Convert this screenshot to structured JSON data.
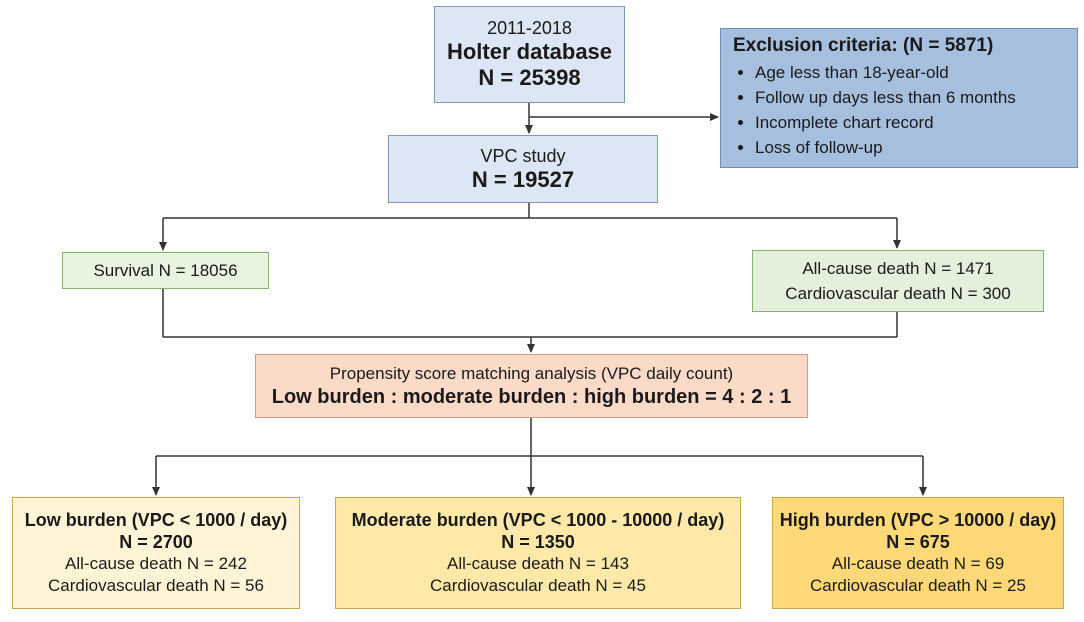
{
  "nodes": {
    "holter": {
      "years": "2011-2018",
      "title": "Holter database",
      "count": "N = 25398"
    },
    "exclusion": {
      "title": "Exclusion criteria: (N = 5871)",
      "items": [
        "Age less than 18-year-old",
        "Follow up days less than 6 months",
        "Incomplete chart record",
        "Loss of follow-up"
      ]
    },
    "vpc_study": {
      "title": "VPC study",
      "count": "N = 19527"
    },
    "survival": {
      "label": "Survival N = 18056"
    },
    "death": {
      "all_cause": "All-cause death N = 1471",
      "cardiovascular": "Cardiovascular death N = 300"
    },
    "psm": {
      "title": "Propensity score matching analysis (VPC daily count)",
      "ratio": "Low burden : moderate burden : high burden = 4 : 2 : 1"
    },
    "groups": [
      {
        "title": "Low burden (VPC < 1000 / day)",
        "count": "N = 2700",
        "all_cause": "All-cause death N = 242",
        "cardiovascular": "Cardiovascular death N = 56"
      },
      {
        "title": "Moderate burden (VPC < 1000 - 10000 / day)",
        "count": "N = 1350",
        "all_cause": "All-cause death N = 143",
        "cardiovascular": "Cardiovascular death N = 45"
      },
      {
        "title": "High burden (VPC > 10000 / day)",
        "count": "N = 675",
        "all_cause": "All-cause death N = 69",
        "cardiovascular": "Cardiovascular death N = 25"
      }
    ]
  },
  "colors": {
    "blue_box": "#dde6f4",
    "exclusion_box": "#a7bfdf",
    "green_box": "#e8f3e0",
    "psm_box": "#fbdac8",
    "low_box": "#fff5d6",
    "moderate_box": "#ffe9a8",
    "high_box": "#ffd978",
    "line": "#333333"
  }
}
